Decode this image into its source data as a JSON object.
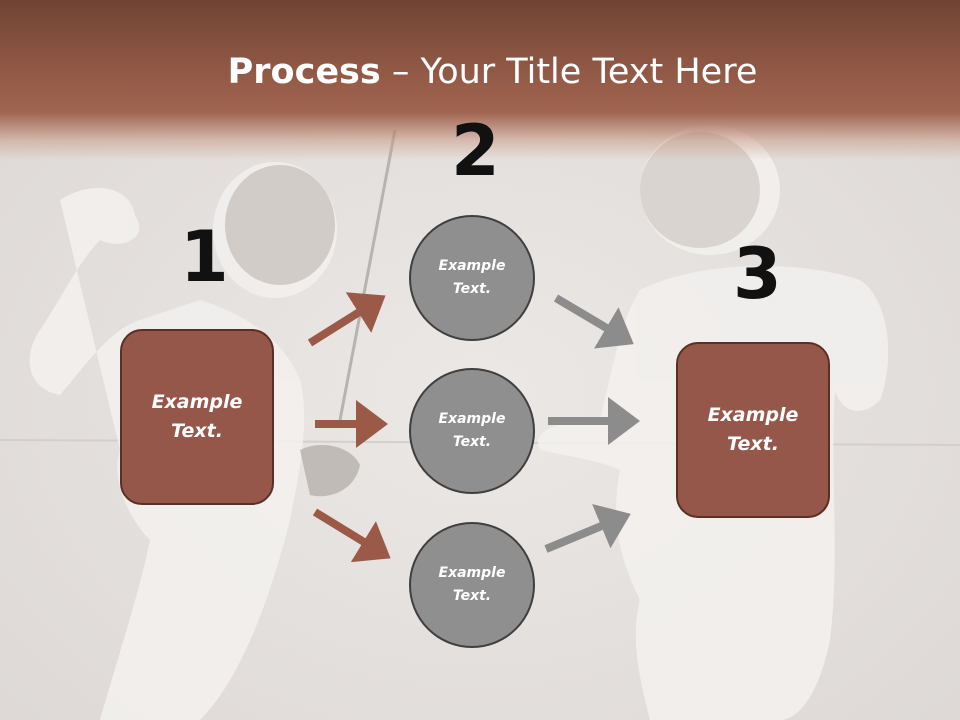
{
  "title": {
    "bold": "Process",
    "rest": " – Your Title Text Here"
  },
  "steps": {
    "one": {
      "number": "1",
      "text_line1": "Example",
      "text_line2": "Text."
    },
    "two": {
      "number": "2"
    },
    "three": {
      "number": "3",
      "text_line1": "Example",
      "text_line2": "Text."
    }
  },
  "circles": [
    {
      "line1": "Example",
      "line2": "Text."
    },
    {
      "line1": "Example",
      "line2": "Text."
    },
    {
      "line1": "Example",
      "line2": "Text."
    }
  ],
  "colors": {
    "banner": "#8b5442",
    "box_fill": "#94574a",
    "box_border": "#5a3024",
    "circle_fill": "#8f8f8f",
    "circle_border": "#3f3f3f",
    "arrow_brown": "#9b5a48",
    "arrow_gray": "#8c8c8c"
  },
  "background_image": "faded photo of two fencers"
}
